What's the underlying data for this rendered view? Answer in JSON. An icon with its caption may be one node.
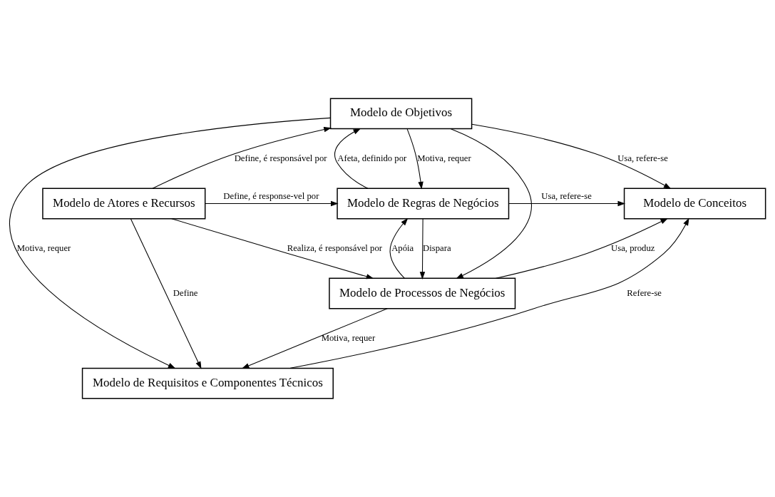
{
  "diagram": {
    "nodes": [
      {
        "text": [
          "Modelo de Objetivos"
        ]
      },
      {
        "text": [
          "Modelo de Conceitos"
        ]
      },
      {
        "text": [
          "Modelo de Regras de Negócios"
        ]
      },
      {
        "text": [
          "Modelo de Atores e Recursos"
        ]
      },
      {
        "text": [
          "Modelo de Processos de Negócios"
        ]
      },
      {
        "text": [
          "Modelo de Requisitos e Componentes Técnicos"
        ]
      }
    ],
    "edges": [
      {
        "from": 0,
        "to": 1,
        "arrow": "to",
        "label": "Usa, refere-se"
      },
      {
        "from": 0,
        "to": 5,
        "arrow": "to",
        "label": "Motiva, requer"
      },
      {
        "from": 0,
        "to": 4,
        "arrow": "to"
      },
      {
        "from": 0,
        "to": 2,
        "arrow": "to",
        "label": "Motiva, requer"
      },
      {
        "from": 2,
        "to": 0,
        "arrow": "to",
        "label": "Afeta, definido por"
      },
      {
        "from": 3,
        "to": 0,
        "arrow": "to",
        "label": "Define, é responsável por"
      },
      {
        "from": 2,
        "to": 1,
        "arrow": "to",
        "label": "Usa, refere-se"
      },
      {
        "from": 3,
        "to": 2,
        "arrow": "to",
        "label": "Define, é response-vel por"
      },
      {
        "from": 2,
        "to": 4,
        "arrow": "to",
        "label": "Dispara"
      },
      {
        "from": 4,
        "to": 2,
        "arrow": "to",
        "label": "Apóia"
      },
      {
        "from": 4,
        "to": 1,
        "arrow": "to",
        "label": "Usa, produz"
      },
      {
        "from": 3,
        "to": 4,
        "arrow": "to",
        "label": "Realiza, é responsável por"
      },
      {
        "from": 4,
        "to": 5,
        "arrow": "to",
        "label": "Motiva, requer"
      },
      {
        "from": 5,
        "to": 1,
        "arrow": "to",
        "label": "Refere-se"
      },
      {
        "from": 3,
        "to": 5,
        "arrow": "to",
        "label": "Define"
      }
    ]
  }
}
